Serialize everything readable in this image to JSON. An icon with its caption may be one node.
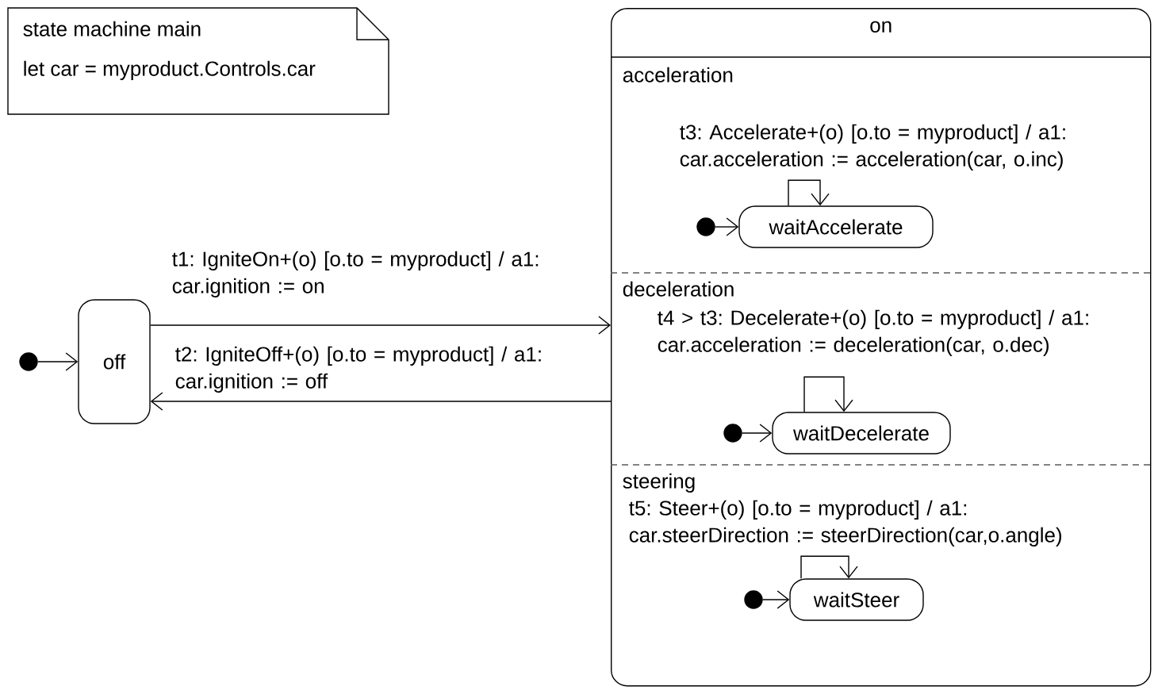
{
  "diagram": {
    "nodes": [
      {
        "text": [
          "state machine main",
          "let car = myproduct.Controls.car"
        ]
      },
      {
        "text": [
          "on"
        ]
      },
      {
        "text": [
          "acceleration"
        ],
        "in": 1
      },
      {
        "text": [],
        "shape": "circle",
        "in": 2
      },
      {
        "text": [
          "waitAccelerate"
        ],
        "in": 2
      },
      {
        "text": [
          "deceleration"
        ],
        "in": 1
      },
      {
        "text": [],
        "shape": "circle",
        "in": 5
      },
      {
        "text": [
          "waitDecelerate"
        ],
        "in": 5
      },
      {
        "text": [
          "steering"
        ],
        "in": 1
      },
      {
        "text": [],
        "shape": "circle",
        "in": 8
      },
      {
        "text": [
          "waitSteer"
        ],
        "in": 8
      },
      {
        "text": [],
        "shape": "circle"
      },
      {
        "text": [
          "off"
        ]
      }
    ],
    "edges": [
      {
        "from": 3,
        "to": 4,
        "arrow": "to"
      },
      {
        "from": 4,
        "to": 4,
        "arrow": "to",
        "label": "t3: Accelerate+(o) [o.to = myproduct] / a1: car.acceleration := acceleration(car, o.inc)"
      },
      {
        "from": 6,
        "to": 7,
        "arrow": "to"
      },
      {
        "from": 7,
        "to": 7,
        "arrow": "to",
        "label": "t4 > t3: Decelerate+(o) [o.to = myproduct] / a1: car.acceleration := deceleration(car, o.dec)"
      },
      {
        "from": 9,
        "to": 10,
        "arrow": "to"
      },
      {
        "from": 10,
        "to": 10,
        "arrow": "to",
        "label": "t5: Steer+(o) [o.to = myproduct] / a1: car.steerDirection := steerDirection(car,o.angle)"
      },
      {
        "from": 11,
        "to": 12,
        "arrow": "to"
      },
      {
        "from": 12,
        "to": 1,
        "arrow": "to",
        "label": "t1: IgniteOn+(o) [o.to = myproduct] / a1: car.ignition := on"
      },
      {
        "from": 1,
        "to": 12,
        "arrow": "to",
        "label": "t2: IgniteOff+(o) [o.to = myproduct] / a1: car.ignition := off"
      }
    ]
  }
}
